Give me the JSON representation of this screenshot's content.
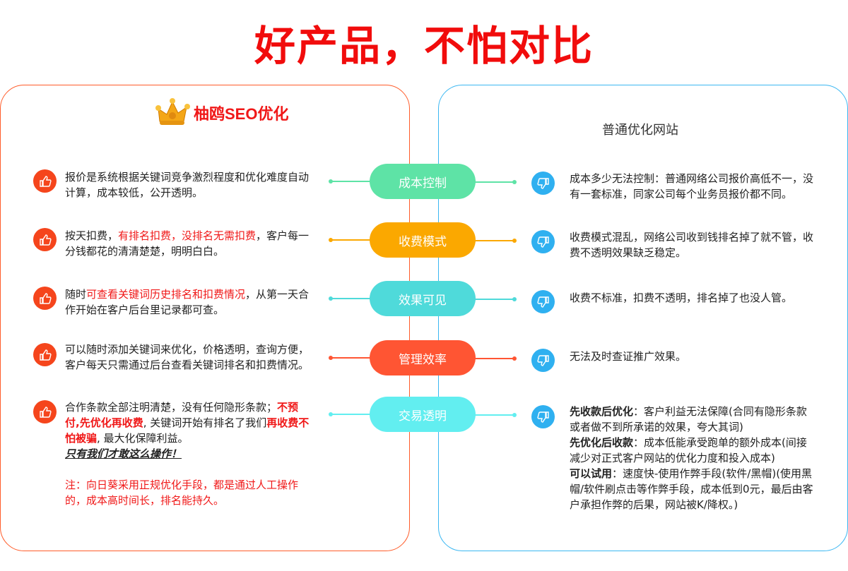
{
  "title": "好产品，不怕对比",
  "left": {
    "brand": "柚鸥SEO优化",
    "items": [
      {
        "t1": "报价是系统根据关键词竞争激烈程度和优化难度自动计算，成本较低，公开透明。"
      },
      {
        "t1": "按天扣费，",
        "r1": "有排名扣费，没排名无需扣费",
        "t2": "，客户每一分钱都花的清清楚楚，明明白白。"
      },
      {
        "t1": "随时",
        "r1": "可查看关键词历史排名和扣费情况",
        "t2": "，从第一天合作开始在客户后台里记录都可查。"
      },
      {
        "t1": "可以随时添加关键词来优化，价格透明，查询方便，客户每天只需通过后台查看关键词排名和扣费情况。"
      },
      {
        "t1": "合作条款全部注明清楚，没有任何隐形条款；",
        "r1": "不预付,先优化再收费",
        "t2": ", 关键词开始有排名了我们",
        "r2": "再收费不怕被骗",
        "t3": ", 最大化保障利益。",
        "em": "只有我们才敢这么操作！",
        "note": "注：向日葵采用正规优化手段，都是通过人工操作的，成本高时间长，排名能持久。"
      }
    ]
  },
  "center": {
    "pills": [
      {
        "label": "成本控制",
        "color": "#5ee3a6"
      },
      {
        "label": "收费模式",
        "color": "#fba800"
      },
      {
        "label": "效果可见",
        "color": "#4fdada"
      },
      {
        "label": "管理效率",
        "color": "#ff5533"
      },
      {
        "label": "交易透明",
        "color": "#62eef0"
      }
    ]
  },
  "right": {
    "heading": "普通优化网站",
    "items": [
      {
        "t": "成本多少无法控制：普通网络公司报价高低不一，没有一套标准，同家公司每个业务员报价都不同。"
      },
      {
        "t": "收费模式混乱，网络公司收到钱排名掉了就不管，收费不透明效果缺乏稳定。"
      },
      {
        "t": "收费不标准，扣费不透明，排名掉了也没人管。"
      },
      {
        "t": "无法及时查证推广效果。"
      },
      {
        "b1": "先收款后优化",
        "t1": "：客户利益无法保障(合同有隐形条款或者做不到所承诺的效果，夸大其词)",
        "b2": "先优化后收款",
        "t2": "：成本低能承受跑单的额外成本(间接减少对正式客户网站的优化力度和投入成本)",
        "b3": "可以试用",
        "t3": "：速度快-使用作弊手段(软件/黑帽)(使用黑帽/软件刷点击等作弊手段，成本低到0元，最后由客户承担作弊的后果，网站被K/降权。)"
      }
    ]
  },
  "colors": {
    "left_border": "#ff5c2a",
    "right_border": "#3bb7f2",
    "thumb_up": "#f5451c",
    "thumb_down": "#2fb0f0"
  }
}
